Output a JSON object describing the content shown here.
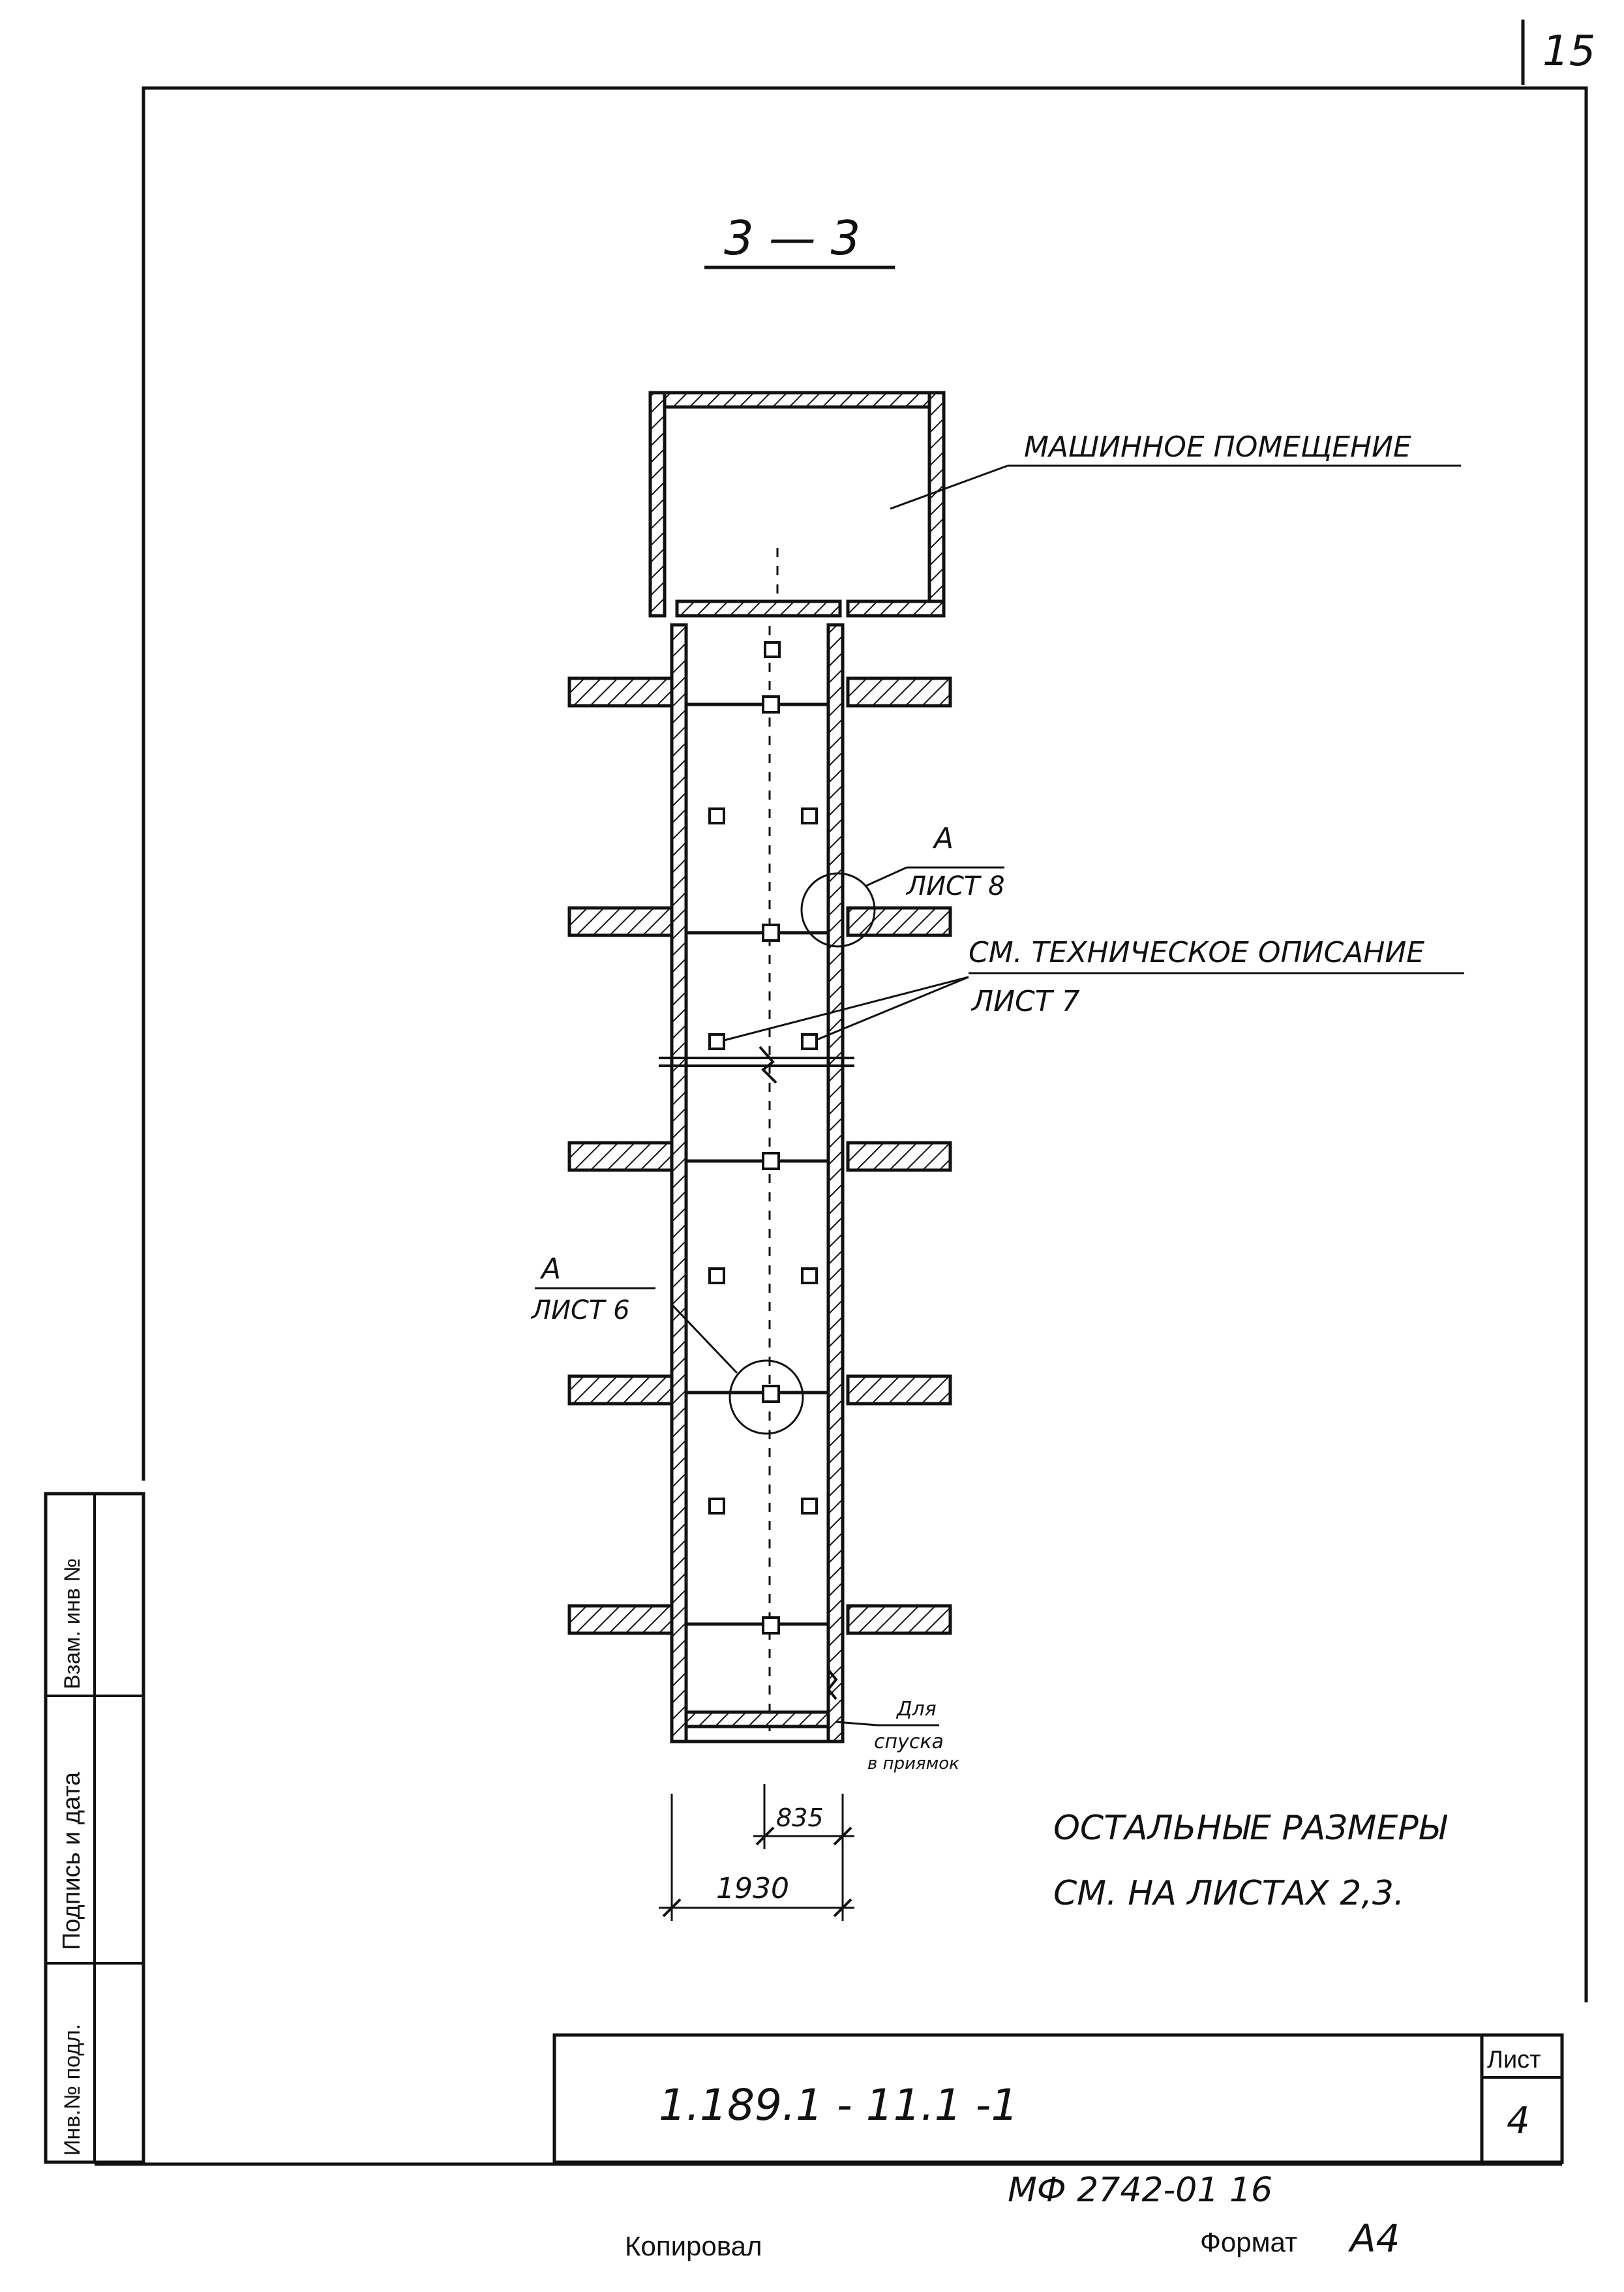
{
  "page_number": "15",
  "section_title": "3 — 3",
  "labels": {
    "machine_room": "МАШИННОЕ ПОМЕЩЕНИЕ",
    "callout_a_top": "А",
    "callout_sheet_8": "ЛИСТ 8",
    "tech_desc": "СМ. ТЕХНИЧЕСКОЕ ОПИСАНИЕ",
    "tech_sheet": "ЛИСТ 7",
    "callout_a_left": "А",
    "callout_sheet_6": "ЛИСТ 6",
    "pit_line1": "Для",
    "pit_line2": "спуска",
    "pit_line3": "в приямок"
  },
  "dimensions": {
    "inner": "835",
    "total": "1930"
  },
  "note": {
    "line1": "ОСТАЛЬНЫЕ РАЗМЕРЫ",
    "line2": "СМ. НА ЛИСТАХ 2,3."
  },
  "stamp_side": {
    "col1": "Инв.№ подл.",
    "col2": "Подпись и дата",
    "col3": "Взам. инв №"
  },
  "title_block": {
    "doc_code": "1.189.1 - 11.1 -1",
    "sheet_label": "Лист",
    "sheet_number": "4"
  },
  "footer": {
    "archive_number": "МФ 2742-01 16",
    "copied_by": "Копировал",
    "format_label": "Формат",
    "format_value": "А4"
  }
}
